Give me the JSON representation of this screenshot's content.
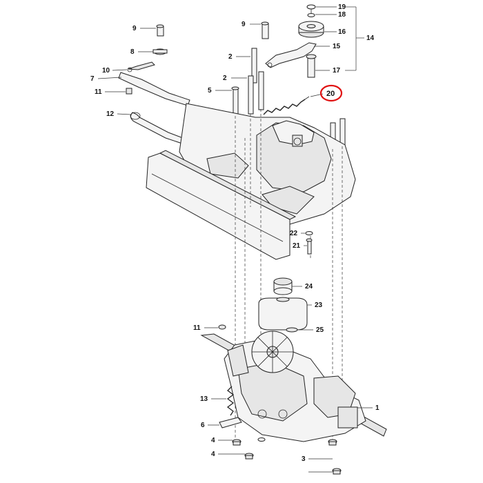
{
  "diagram": {
    "highlight_color": "#e01010",
    "highlighted_callout": "20",
    "callouts": [
      {
        "id": "c19",
        "label": "19"
      },
      {
        "id": "c18",
        "label": "18"
      },
      {
        "id": "c16",
        "label": "16"
      },
      {
        "id": "c15",
        "label": "15"
      },
      {
        "id": "c14",
        "label": "14"
      },
      {
        "id": "c17",
        "label": "17"
      },
      {
        "id": "c20",
        "label": "20"
      },
      {
        "id": "c9a",
        "label": "9"
      },
      {
        "id": "c9b",
        "label": "9"
      },
      {
        "id": "c8",
        "label": "8"
      },
      {
        "id": "c10",
        "label": "10"
      },
      {
        "id": "c7",
        "label": "7"
      },
      {
        "id": "c11a",
        "label": "11"
      },
      {
        "id": "c12",
        "label": "12"
      },
      {
        "id": "c2a",
        "label": "2"
      },
      {
        "id": "c2b",
        "label": "2"
      },
      {
        "id": "c5",
        "label": "5"
      },
      {
        "id": "c22",
        "label": "22"
      },
      {
        "id": "c21",
        "label": "21"
      },
      {
        "id": "c24",
        "label": "24"
      },
      {
        "id": "c23",
        "label": "23"
      },
      {
        "id": "c25",
        "label": "25"
      },
      {
        "id": "c11b",
        "label": "11"
      },
      {
        "id": "c1",
        "label": "1"
      },
      {
        "id": "c13",
        "label": "13"
      },
      {
        "id": "c6",
        "label": "6"
      },
      {
        "id": "c4a",
        "label": "4"
      },
      {
        "id": "c4b",
        "label": "4"
      },
      {
        "id": "c3",
        "label": "3"
      }
    ]
  }
}
